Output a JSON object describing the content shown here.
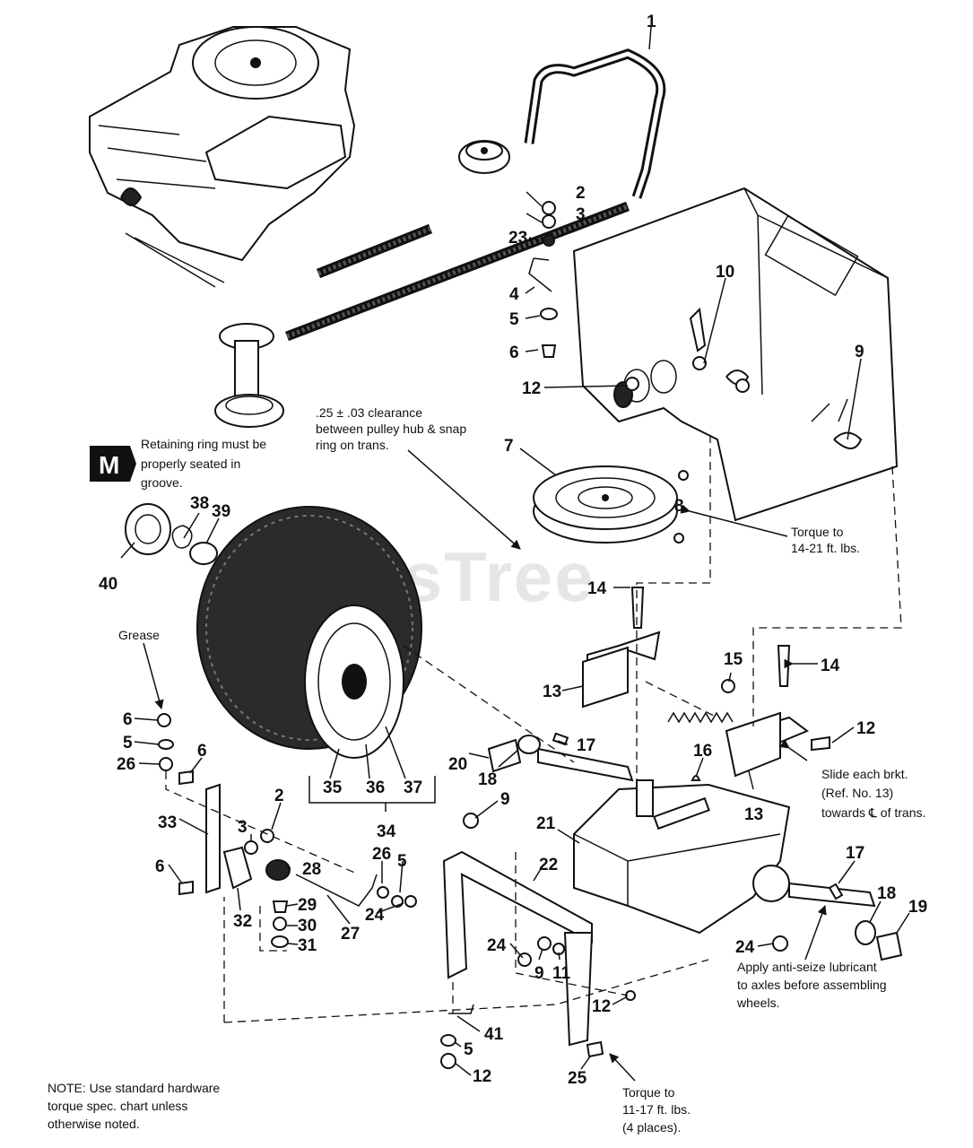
{
  "watermark": "PartsTree",
  "badge": "M",
  "labels": {
    "p1": "1",
    "p2": "2",
    "p3": "3",
    "p23": "23",
    "p4": "4",
    "p5": "5",
    "p6": "6",
    "p10": "10",
    "p9": "9",
    "p12": "12",
    "p7": "7",
    "p8": "8",
    "p14a": "14",
    "p15": "15",
    "p14b": "14",
    "p13a": "13",
    "p12b": "12",
    "p17a": "17",
    "p16": "16",
    "p20": "20",
    "p18a": "18",
    "p13b": "13",
    "p38": "38",
    "p39": "39",
    "p40": "40",
    "p6b": "6",
    "p5b": "5",
    "p26": "26",
    "p6c": "6",
    "p2b": "2",
    "p3b": "3",
    "p33": "33",
    "p28": "28",
    "p6d": "6",
    "p32": "32",
    "p29": "29",
    "p30": "30",
    "p31": "31",
    "p27": "27",
    "p26b": "26",
    "p5c": "5",
    "p24a": "24",
    "p35": "35",
    "p36": "36",
    "p37": "37",
    "p34": "34",
    "p9b": "9",
    "p21": "21",
    "p22": "22",
    "p24b": "24",
    "p9c": "9",
    "p11": "11",
    "p12c": "12",
    "p41": "41",
    "p5d": "5",
    "p12d": "12",
    "p25": "25",
    "p17b": "17",
    "p18b": "18",
    "p19": "19",
    "p24c": "24"
  },
  "notes": {
    "clearance_1": ".25 ± .03 clearance",
    "clearance_2": "between pulley hub & snap",
    "clearance_3": "ring on trans.",
    "ring_1": "Retaining ring must be",
    "ring_2": "properly seated in",
    "ring_3": "groove.",
    "torque_a_1": "Torque to",
    "torque_a_2": "14-21 ft. lbs.",
    "grease": "Grease",
    "slide_1": "Slide each brkt.",
    "slide_2": "(Ref. No. 13)",
    "slide_3": "towards ℄ of trans.",
    "antiseize_1": "Apply anti-seize lubricant",
    "antiseize_2": "to axles before assembling",
    "antiseize_3": "wheels.",
    "torque_b_1": "Torque to",
    "torque_b_2": "11-17 ft. lbs.",
    "torque_b_3": "(4 places).",
    "footnote_1": "NOTE: Use standard hardware",
    "footnote_2": "torque spec. chart unless",
    "footnote_3": "otherwise noted."
  }
}
